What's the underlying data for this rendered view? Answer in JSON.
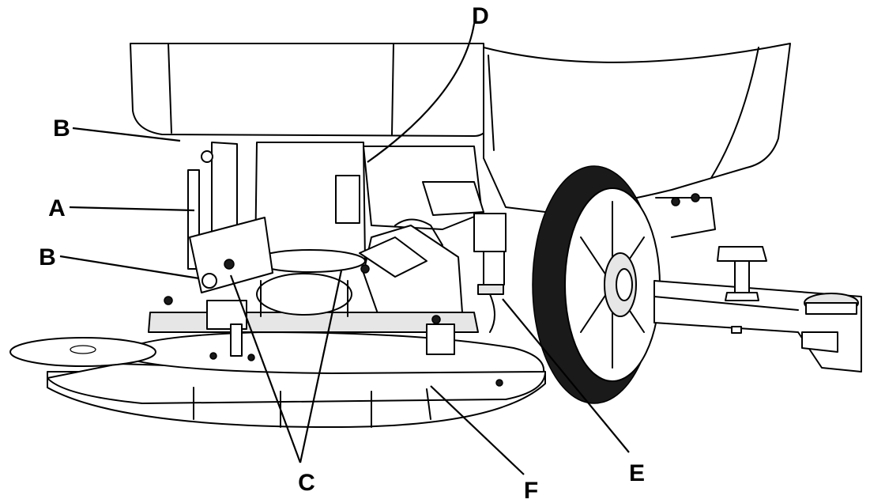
{
  "callouts": {
    "A": "A",
    "B_top": "B",
    "B_bottom": "B",
    "C": "C",
    "D": "D",
    "E": "E",
    "F": "F"
  },
  "icons": {
    "wheel": "wheel-icon",
    "brush-deck": "brush-deck-icon",
    "squeegee": "squeegee-icon"
  }
}
